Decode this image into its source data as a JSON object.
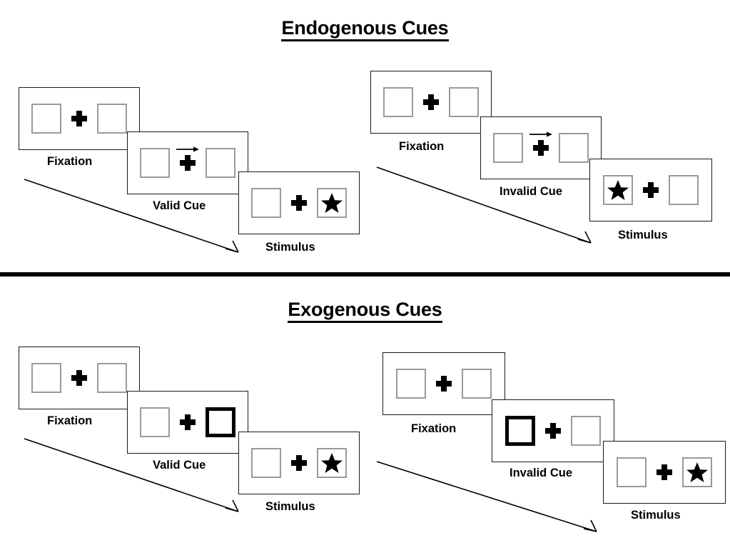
{
  "figure": {
    "divider_color": "#000000",
    "frame_color": "#1a1a1a",
    "box_color": "#9a9a9a",
    "cue_color": "#000000",
    "star_color": "#000000"
  },
  "sections": [
    {
      "title": "Endogenous Cues",
      "sequences": [
        {
          "name": "endogenous-valid",
          "panels": [
            {
              "label": "Fixation",
              "cue": "none",
              "star": "none"
            },
            {
              "label": "Valid Cue",
              "cue": "arrow-right",
              "star": "none"
            },
            {
              "label": "Stimulus",
              "cue": "none",
              "star": "right"
            }
          ]
        },
        {
          "name": "endogenous-invalid",
          "panels": [
            {
              "label": "Fixation",
              "cue": "none",
              "star": "none"
            },
            {
              "label": "Invalid Cue",
              "cue": "arrow-right",
              "star": "none"
            },
            {
              "label": "Stimulus",
              "cue": "none",
              "star": "left"
            }
          ]
        }
      ]
    },
    {
      "title": "Exogenous Cues",
      "sequences": [
        {
          "name": "exogenous-valid",
          "panels": [
            {
              "label": "Fixation",
              "cue": "none",
              "star": "none"
            },
            {
              "label": "Valid Cue",
              "cue": "box-right-bold",
              "star": "none"
            },
            {
              "label": "Stimulus",
              "cue": "none",
              "star": "right"
            }
          ]
        },
        {
          "name": "exogenous-invalid",
          "panels": [
            {
              "label": "Fixation",
              "cue": "none",
              "star": "none"
            },
            {
              "label": "Invalid Cue",
              "cue": "box-left-bold",
              "star": "none"
            },
            {
              "label": "Stimulus",
              "cue": "none",
              "star": "right"
            }
          ]
        }
      ]
    }
  ]
}
